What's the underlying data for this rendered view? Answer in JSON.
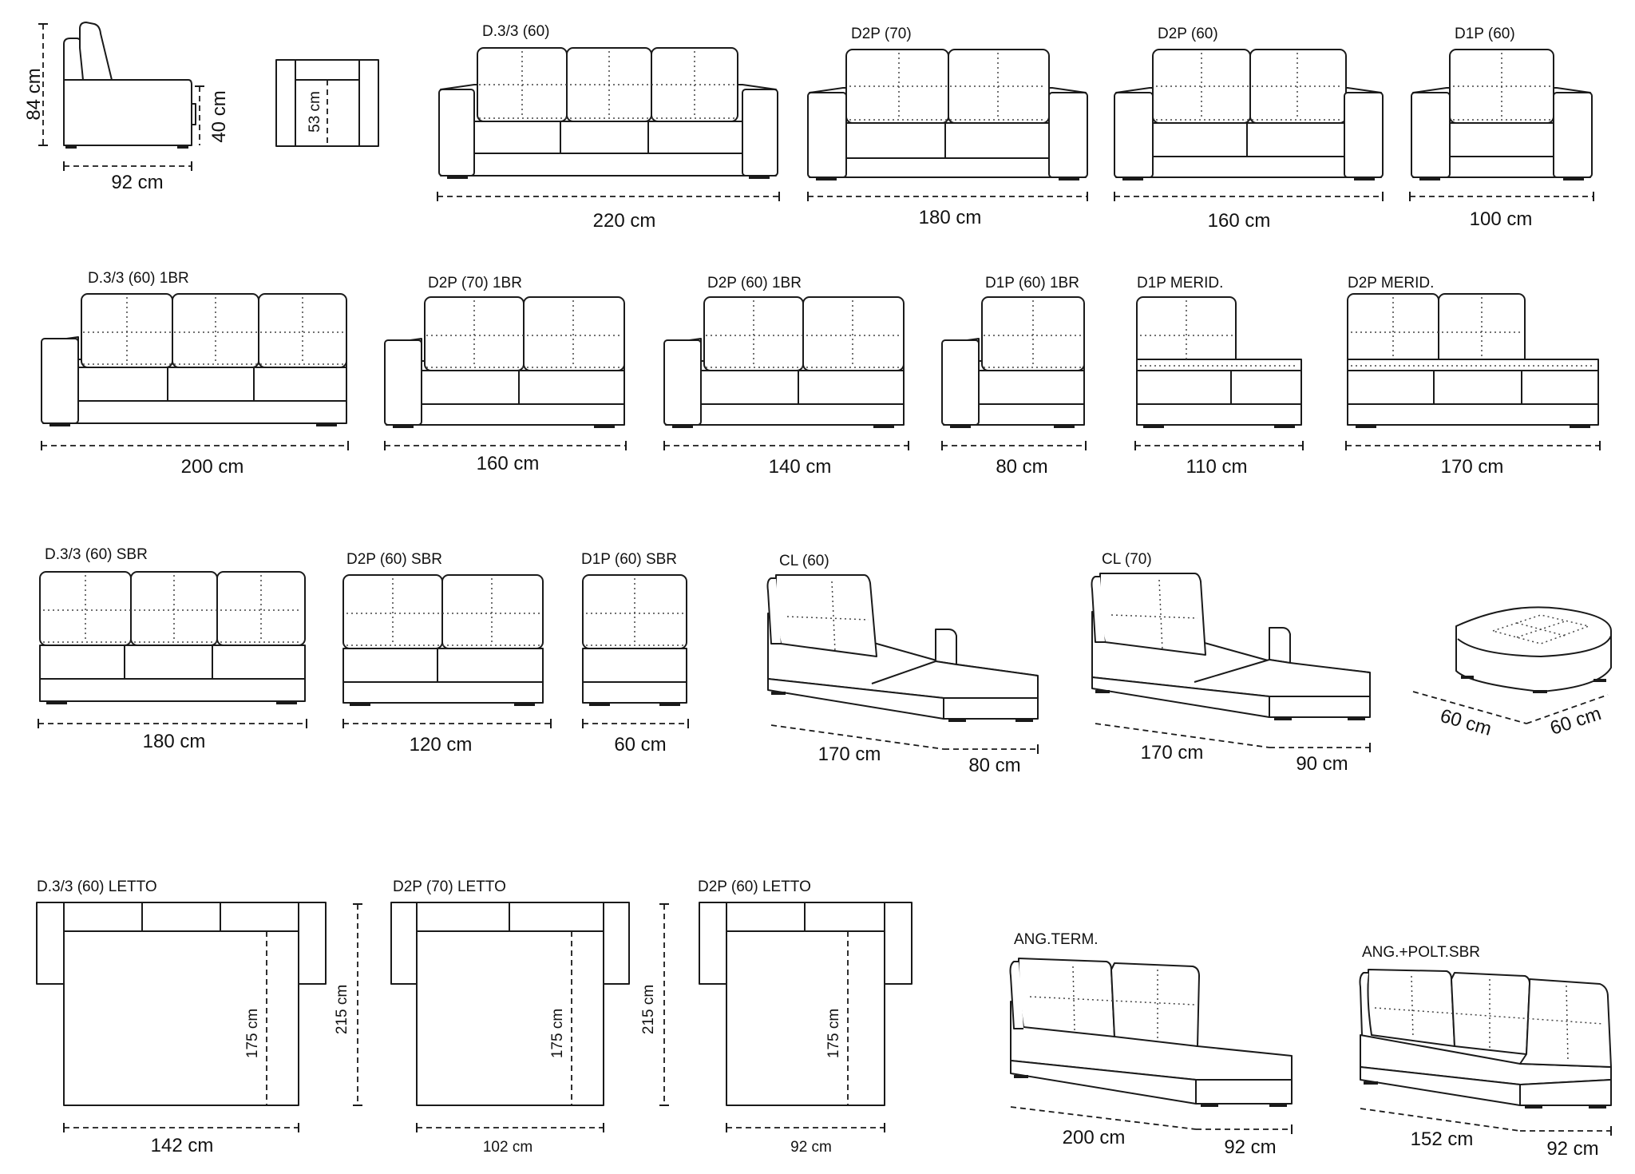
{
  "row1": {
    "side_height": "84 cm",
    "side_seat_height": "40 cm",
    "side_depth": "92 cm",
    "arm_width": "53 cm",
    "models": [
      {
        "label": "D.3/3 (60)",
        "width": "220 cm"
      },
      {
        "label": "D2P (70)",
        "width": "180 cm"
      },
      {
        "label": "D2P (60)",
        "width": "160 cm"
      },
      {
        "label": "D1P (60)",
        "width": "100 cm"
      }
    ]
  },
  "row2": {
    "models": [
      {
        "label": "D.3/3 (60) 1BR",
        "width": "200 cm"
      },
      {
        "label": "D2P (70) 1BR",
        "width": "160 cm"
      },
      {
        "label": "D2P (60) 1BR",
        "width": "140 cm"
      },
      {
        "label": "D1P (60) 1BR",
        "width": "80 cm"
      },
      {
        "label": "D1P MERID.",
        "width": "110 cm"
      },
      {
        "label": "D2P MERID.",
        "width": "170 cm"
      }
    ]
  },
  "row3": {
    "models": [
      {
        "label": "D.3/3 (60) SBR",
        "width": "180 cm"
      },
      {
        "label": "D2P (60) SBR",
        "width": "120 cm"
      },
      {
        "label": "D1P (60) SBR",
        "width": "60 cm"
      }
    ],
    "chaises": [
      {
        "label": "CL (60)",
        "length": "170 cm",
        "depth": "80 cm"
      },
      {
        "label": "CL (70)",
        "length": "170 cm",
        "depth": "90 cm"
      }
    ],
    "pouf": {
      "side_a": "60 cm",
      "side_b": "60 cm"
    }
  },
  "row4": {
    "beds": [
      {
        "label": "D.3/3 (60) LETTO",
        "width": "142 cm",
        "mattress": "175 cm",
        "length": "215 cm"
      },
      {
        "label": "D2P (70) LETTO",
        "width": "102 cm",
        "mattress": "175 cm",
        "length": "215 cm"
      },
      {
        "label": "D2P (60) LETTO",
        "width": "92 cm",
        "mattress": "175 cm"
      }
    ],
    "corners": [
      {
        "label": "ANG.TERM.",
        "length": "200 cm",
        "depth": "92 cm"
      },
      {
        "label": "ANG.+POLT.SBR",
        "length": "152 cm",
        "depth": "92 cm"
      }
    ]
  }
}
